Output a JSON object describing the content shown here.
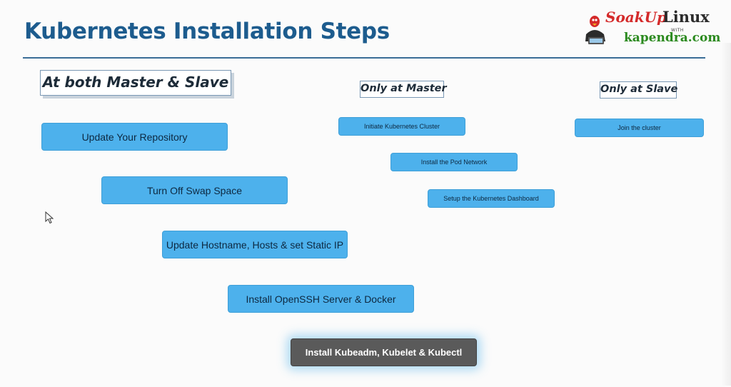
{
  "slide": {
    "title": "Kubernetes Installation Steps"
  },
  "logo": {
    "brand_part1": "SoakUp",
    "brand_part2": "Linux",
    "with_text": "WITH",
    "site": "kapendra.com"
  },
  "sections": {
    "both": "At both Master & Slave",
    "master": "Only at Master",
    "slave": "Only at Slave"
  },
  "steps_both": [
    "Update Your Repository",
    "Turn Off Swap Space",
    "Update Hostname, Hosts & set Static IP",
    "Install OpenSSH Server & Docker",
    "Install Kubeadm, Kubelet & Kubectl"
  ],
  "steps_master": [
    "Initiate Kubernetes Cluster",
    "Install the Pod Network",
    "Setup the Kubernetes Dashboard"
  ],
  "steps_slave": [
    "Join the cluster"
  ],
  "colors": {
    "title": "#1d5c8e",
    "step_fill": "#4db1ec",
    "step_highlight": "#5a5a5a",
    "logo_red": "#d42a2a",
    "logo_green": "#2b8a1f"
  }
}
